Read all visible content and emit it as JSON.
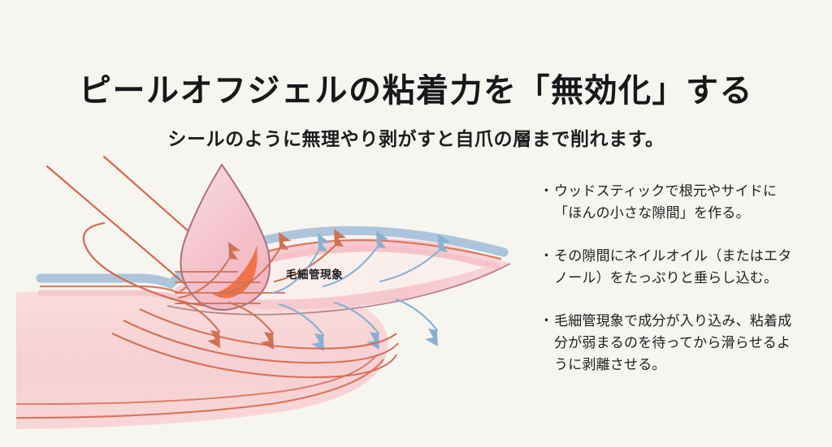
{
  "slide": {
    "background_color": "#f7f5f0",
    "title": "ピールオフジェルの粘着力を「無効化」する",
    "subtitle": "シールのように無理やり剥がすと自爪の層まで削れます。"
  },
  "figure": {
    "caption": "毛細管現象",
    "alt_name": "nail-cross-section-illustration",
    "palette": {
      "gel_band": "#a8c2da",
      "nail_plate": "#f6c9ce",
      "skin_fill": "#f7d2d3",
      "outline_salmon": "#d2694f",
      "outline_mauve": "#a8707e",
      "droplet_fill": "#f5c2cb",
      "droplet_highlight": "#f07348",
      "arrow_warm": "#cf7257",
      "arrow_cool": "#8ab0d0"
    },
    "parts": [
      {
        "name": "wood-stick",
        "label": "ウッドスティック"
      },
      {
        "name": "oil-droplet",
        "label": "ネイルオイル"
      },
      {
        "name": "gel-layer",
        "label": "ピールオフジェル"
      },
      {
        "name": "nail-plate",
        "label": "自爪"
      },
      {
        "name": "fingertip",
        "label": "指先"
      },
      {
        "name": "capillary-arrows",
        "label": "毛細管現象の流れ"
      }
    ]
  },
  "bullets": [
    {
      "mark": "・",
      "text": "ウッドスティックで根元やサイドに「ほんの小さな隙間」を作る。"
    },
    {
      "mark": "・",
      "text": "その隙間にネイルオイル（またはエタノール）をたっぷりと垂らし込む。"
    },
    {
      "mark": "・",
      "text": "毛細管現象で成分が入り込み、粘着成分が弱まるのを待ってから滑らせるように剥離させる。"
    }
  ]
}
